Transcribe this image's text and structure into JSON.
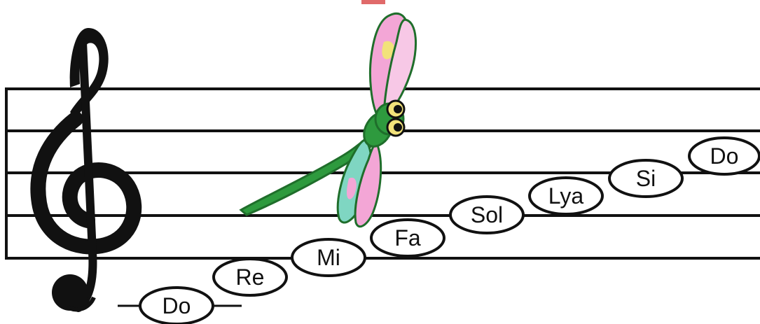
{
  "notes": [
    {
      "label": "Do"
    },
    {
      "label": "Re"
    },
    {
      "label": "Mi"
    },
    {
      "label": "Fa"
    },
    {
      "label": "Sol"
    },
    {
      "label": "Lya"
    },
    {
      "label": "Si"
    },
    {
      "label": "Do"
    }
  ],
  "illustration": {
    "clef_icon": "treble-clef-icon",
    "mascot_icon": "dragonfly-icon"
  },
  "colors": {
    "ink": "#111111",
    "dragonfly_body": "#2e9a3e",
    "dragonfly_body_dark": "#1f6e2b",
    "wing_pink": "#f3a6d6",
    "wing_teal": "#7fd6c2",
    "wing_yellow": "#f2e27a",
    "corner_accent": "#e06a6a"
  }
}
